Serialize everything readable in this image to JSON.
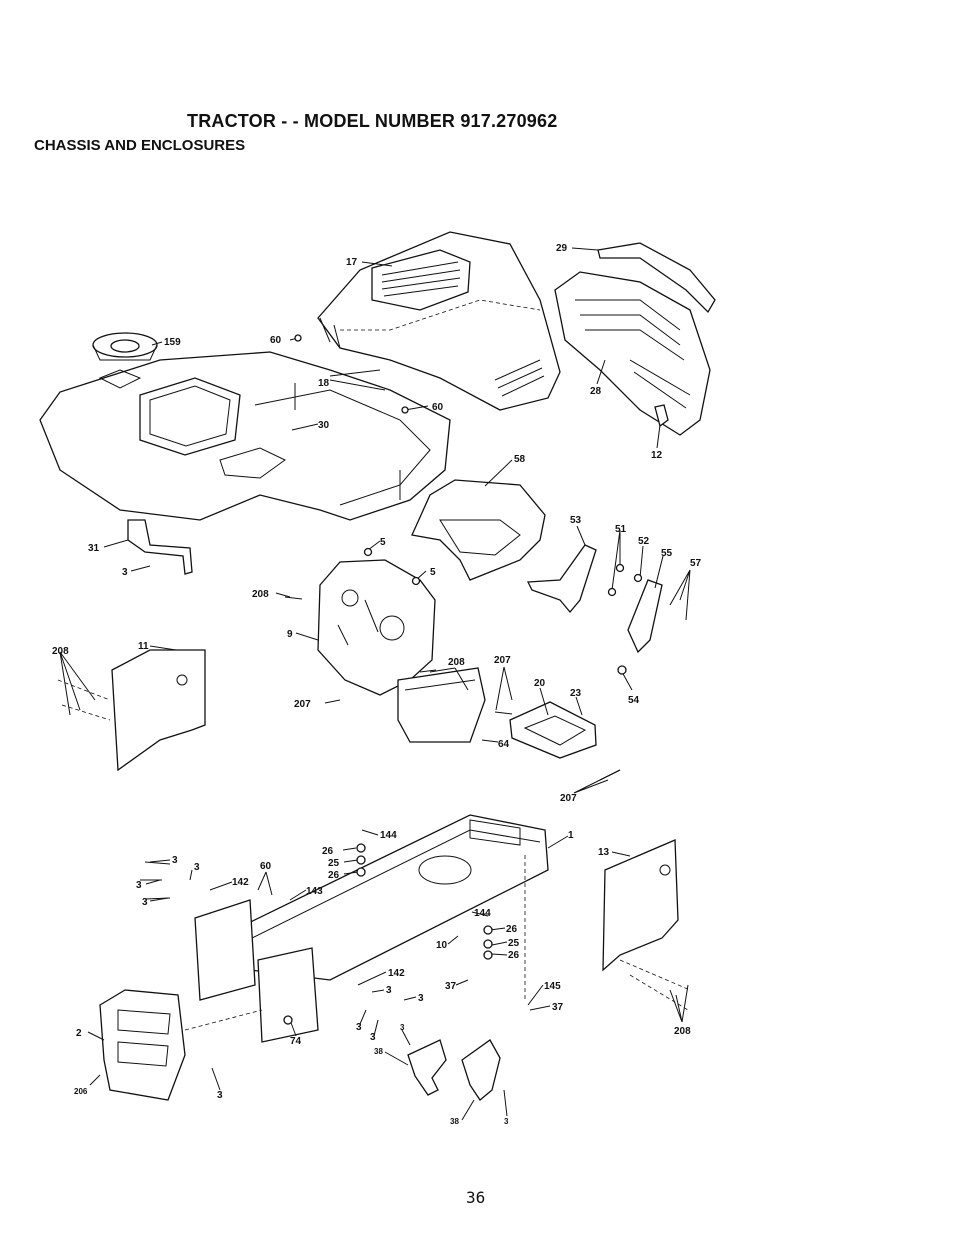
{
  "header": {
    "title": "TRACTOR - - MODEL NUMBER 917.270962",
    "subtitle": "CHASSIS AND ENCLOSURES"
  },
  "footer": {
    "page_number": "36"
  },
  "callouts": {
    "c17": "17",
    "c29": "29",
    "c159": "159",
    "c60a": "60",
    "c18": "18",
    "c60b": "60",
    "c30": "30",
    "c28": "28",
    "c12": "12",
    "c58": "58",
    "c31": "31",
    "c3a": "3",
    "c5a": "5",
    "c5b": "5",
    "c208a": "208",
    "c53": "53",
    "c51": "51",
    "c52": "52",
    "c55": "55",
    "c57": "57",
    "c9": "9",
    "c208b": "208",
    "c11": "11",
    "c208c": "208",
    "c207a": "207",
    "c54": "54",
    "c207b": "207",
    "c20": "20",
    "c23": "23",
    "c64": "64",
    "c207c": "207",
    "c1": "1",
    "c144a": "144",
    "c26a": "26",
    "c25a": "25",
    "c26b": "26",
    "c13": "13",
    "c3b": "3",
    "c3c": "3",
    "c3d": "3",
    "c3e": "3",
    "c60c": "60",
    "c142a": "142",
    "c143": "143",
    "c144b": "144",
    "c26c": "26",
    "c10": "10",
    "c25b": "25",
    "c26d": "26",
    "c37a": "37",
    "c145": "145",
    "c37b": "37",
    "c142b": "142",
    "c3f": "3",
    "c3g": "3",
    "c3h": "3",
    "c3i": "3",
    "c2": "2",
    "c74": "74",
    "c208d": "208",
    "c206": "206",
    "c3j": "3",
    "c38a": "38",
    "c3k": "3",
    "c38b": "38",
    "c3l": "3"
  }
}
